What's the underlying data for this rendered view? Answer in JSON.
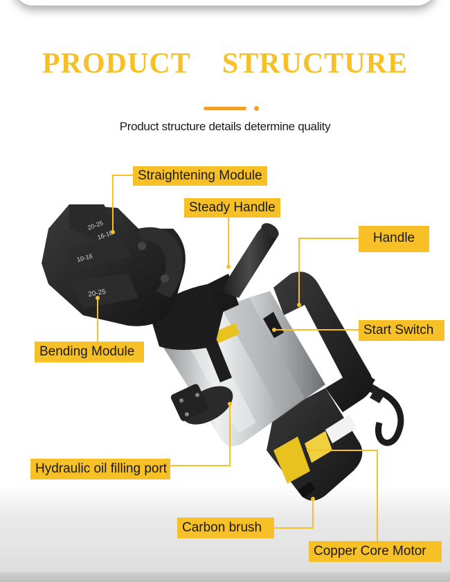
{
  "header": {
    "title": "PRODUCT    STRUCTURE",
    "subtitle": "Product structure details determine quality"
  },
  "colors": {
    "accent_yellow": "#f6c026",
    "accent_orange": "#f59e2b",
    "text_dark": "#1a1a1a",
    "machine_black": "#222222",
    "machine_silver": "#c9cbcd"
  },
  "labels": {
    "straightening_module": "Straightening Module",
    "steady_handle": "Steady Handle",
    "handle": "Handle",
    "start_switch": "Start Switch",
    "bending_module": "Bending Module",
    "hydraulic_oil_port": "Hydraulic oil filling port",
    "carbon_brush": "Carbon brush",
    "copper_core_motor": "Copper Core Motor"
  },
  "die_markings": {
    "upper": "20-25",
    "upper_small": "16-16",
    "middle": "10-16",
    "lower": "20-25"
  }
}
